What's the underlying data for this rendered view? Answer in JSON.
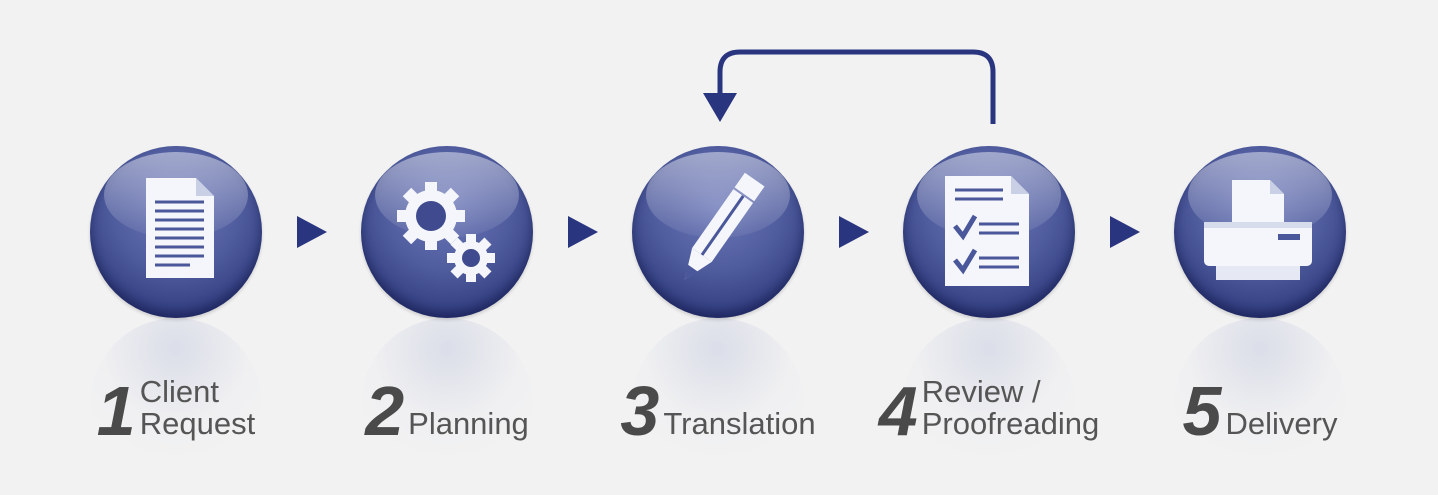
{
  "steps": [
    {
      "number": "1",
      "label": "Client\nRequest",
      "icon": "document-icon"
    },
    {
      "number": "2",
      "label": "Planning",
      "icon": "gears-icon"
    },
    {
      "number": "3",
      "label": "Translation",
      "icon": "pencil-icon"
    },
    {
      "number": "4",
      "label": "Review /\nProofreading",
      "icon": "checklist-icon"
    },
    {
      "number": "5",
      "label": "Delivery",
      "icon": "printer-icon"
    }
  ],
  "colors": {
    "circle": "#3a4688",
    "arrow": "#2a3580",
    "number": "#4a4a4a",
    "label": "#555555",
    "background": "#f2f2f2"
  },
  "feedback_loop": {
    "from_step": 4,
    "to_step": 3
  }
}
